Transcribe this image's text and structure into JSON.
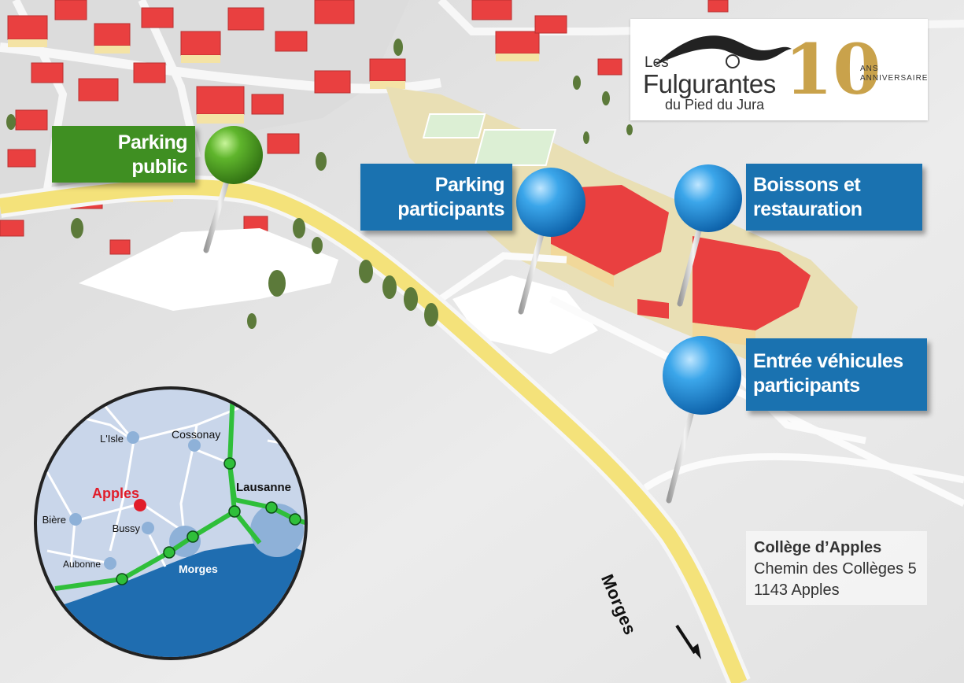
{
  "logo": {
    "les": "Les",
    "brand": "Fulgurantes",
    "tagline": "du Pied du Jura",
    "anniversary_number": "10",
    "anniversary_text_1": "ANS",
    "anniversary_text_2": "ANNIVERSAIRE",
    "gold_color": "#c9a24b"
  },
  "markers": [
    {
      "id": "parking-public",
      "lines": [
        "Parking",
        "public"
      ],
      "color": "#3f8f22",
      "pin": "green-pin-icon"
    },
    {
      "id": "parking-participants",
      "lines": [
        "Parking",
        "participants"
      ],
      "color": "#1a72b0",
      "pin": "blue-pin-icon"
    },
    {
      "id": "boissons-restauration",
      "lines": [
        "Boissons et",
        "restauration"
      ],
      "color": "#1a72b0",
      "pin": "blue-pin-icon"
    },
    {
      "id": "entree-vehicules",
      "lines": [
        "Entrée véhicules",
        "participants"
      ],
      "color": "#1a72b0",
      "pin": "blue-pin-icon"
    }
  ],
  "road_direction_label": "Morges",
  "address": {
    "name": "Collège d’Apples",
    "street": "Chemin des Collèges 5",
    "city": "1143 Apples"
  },
  "inset_map": {
    "highlight": "Apples",
    "highlight_color": "#e11d2a",
    "towns": [
      "L'Isle",
      "Cossonay",
      "Lausanne",
      "Bière",
      "Bussy",
      "Aubonne",
      "Morges"
    ],
    "lake_color": "#1f6db0",
    "road_color": "#2fbf3a"
  }
}
